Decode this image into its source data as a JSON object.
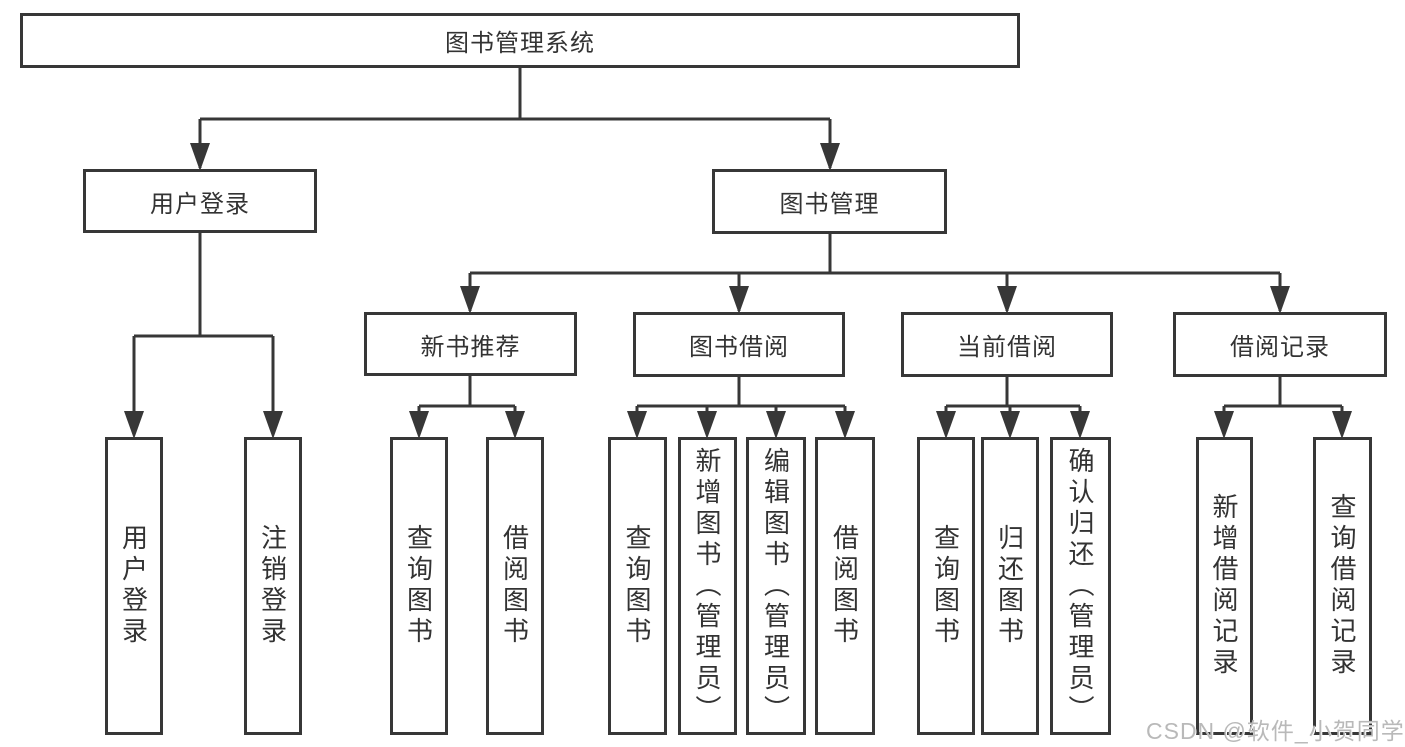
{
  "diagram": {
    "type": "hierarchy-tree",
    "nodes": {
      "root": "图书管理系统",
      "userLogin": "用户登录",
      "bookManagement": "图书管理",
      "newBookRecommend": "新书推荐",
      "bookBorrowing": "图书借阅",
      "currentBorrowing": "当前借阅",
      "borrowRecords": "借阅记录",
      "loginLeaf": "用户登录",
      "logoutLeaf": "注销登录",
      "nbQueryBooks": "查询图书",
      "nbBorrowBooks": "借阅图书",
      "bbQueryBooks": "查询图书",
      "bbAddBookAdmin": "新增图书（管理员）",
      "bbEditBookAdmin": "编辑图书（管理员）",
      "bbBorrowBooks": "借阅图书",
      "cbQueryBooks": "查询图书",
      "cbReturnBooks": "归还图书",
      "cbConfirmReturnAdmin": "确认归还（管理员）",
      "brAddRecord": "新增借阅记录",
      "brQueryRecord": "查询借阅记录"
    },
    "colors": {
      "line": "#373737",
      "text": "#333333",
      "background": "#ffffff",
      "watermark_text": "#b9b9b9"
    }
  },
  "watermark": "CSDN @软件_小贺同学"
}
